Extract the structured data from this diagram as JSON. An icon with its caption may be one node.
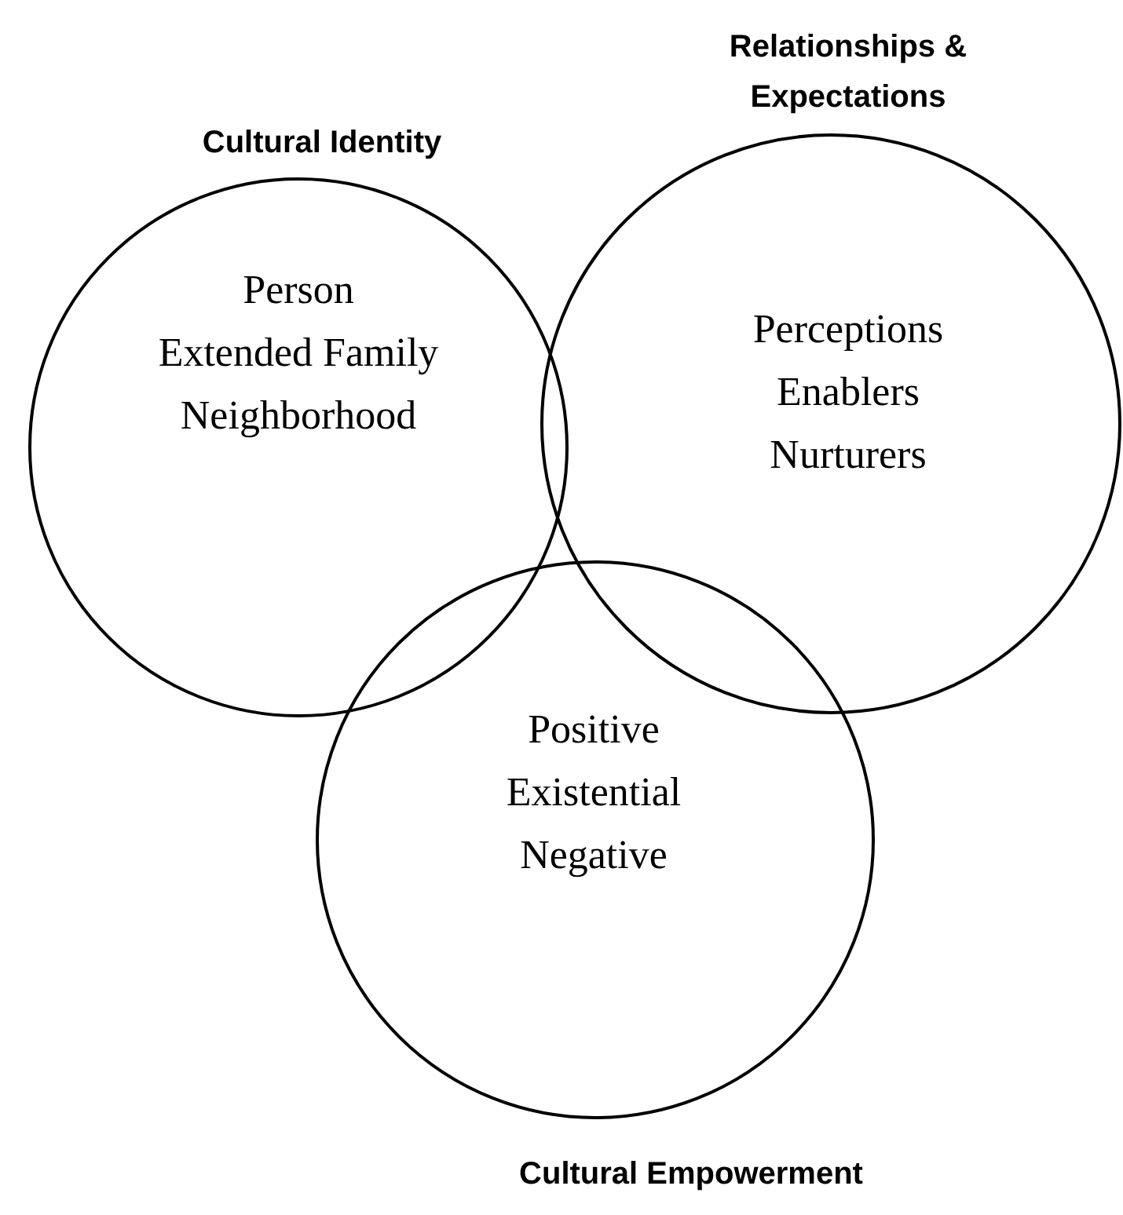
{
  "diagram": {
    "nodes": [
      {
        "text": [
          "Cultural Identity",
          "Person",
          "Extended Family",
          "Neighborhood"
        ]
      },
      {
        "text": [
          "Relationships & Expectations",
          "Perceptions",
          "Enablers",
          "Nurturers"
        ]
      },
      {
        "text": [
          "Cultural Empowerment",
          "Positive",
          "Existential",
          "Negative"
        ]
      }
    ]
  }
}
